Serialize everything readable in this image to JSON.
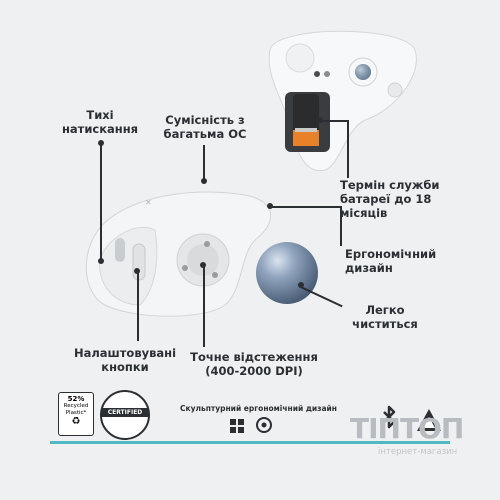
{
  "features": {
    "quiet_clicks": "Тихі\nнатискання",
    "multi_os": "Сумісність з\nбагатьма ОС",
    "battery": "Термін служби\nбатареї до 18\nмісяців",
    "ergonomic": "Ергономічний\nдизайн",
    "easy_clean": "Легко\nчиститься",
    "custom_buttons": "Налаштовувані\nкнопки",
    "tracking": "Точне відстеження\n(400-2000 DPI)"
  },
  "footer": {
    "recycled_pct": "52%",
    "recycled_text": "Recycled\nPlastic*",
    "certified": "CERTIFIED",
    "sculpted": "Скульптурний ергономічний дизайн"
  },
  "watermark": {
    "brand": "ТІПТОП",
    "sub": "інтернет-магазин"
  },
  "colors": {
    "bg": "#eef0f1",
    "ball": "#7f94ad",
    "battery_orange": "#e8822a"
  }
}
